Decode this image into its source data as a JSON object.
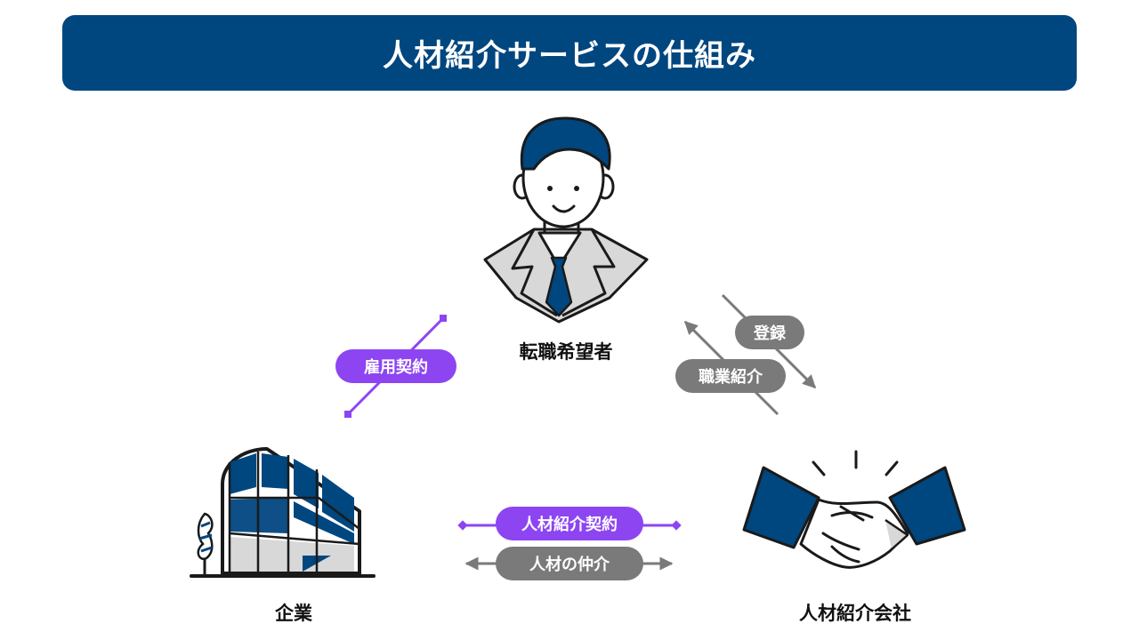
{
  "header": {
    "title": "人材紹介サービスの仕組み"
  },
  "nodes": {
    "job_seeker": "転職希望者",
    "company": "企業",
    "agency": "人材紹介会社"
  },
  "relations": {
    "employment_contract": "雇用契約",
    "registration": "登録",
    "job_introduction": "職業紹介",
    "placement_contract": "人材紹介契約",
    "mediation": "人材の仲介"
  },
  "colors": {
    "navy": "#00467f",
    "purple": "#8d45f2",
    "gray": "#7a7a7a"
  },
  "icons": [
    "businessman-icon",
    "office-building-icon",
    "handshake-icon"
  ]
}
